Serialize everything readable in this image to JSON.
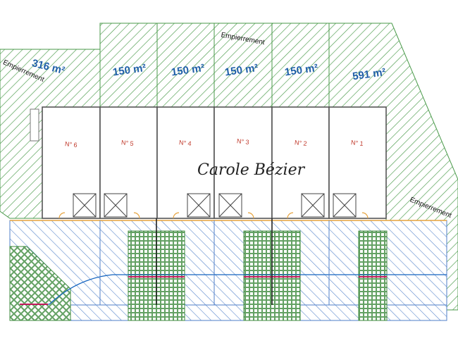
{
  "plan": {
    "areas": [
      "316 m²",
      "150 m²",
      "150 m²",
      "150 m²",
      "150 m²",
      "591 m²"
    ],
    "emplacement_label": "Empierrement",
    "units": [
      "N° 6",
      "N° 5",
      "N° 4",
      "N° 3",
      "N° 2",
      "N° 1"
    ],
    "signature": "Carole Bézier"
  },
  "colors": {
    "green_hatch": "#4a9a4a",
    "blue_hatch": "#4f7fc9",
    "grid_green": "#3d8a3d",
    "area_text": "#1f5fa8",
    "unit_text": "#c0392b",
    "wall": "#555555",
    "pink_line": "#c2185b",
    "blue_line": "#1565c0",
    "orange": "#e6a23c"
  }
}
